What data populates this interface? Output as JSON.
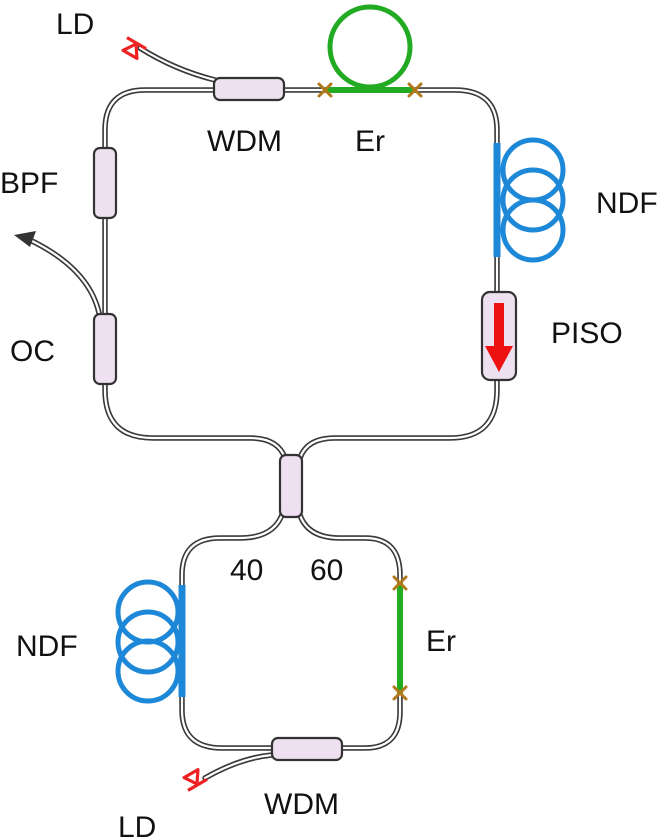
{
  "labels": {
    "ld_top": "LD",
    "wdm_top": "WDM",
    "er_top": "Er",
    "bpf": "BPF",
    "ndf_top": "NDF",
    "oc": "OC",
    "piso": "PISO",
    "split_left": "40",
    "split_right": "60",
    "ndf_bottom": "NDF",
    "er_bottom": "Er",
    "wdm_bottom": "WDM",
    "ld_bottom": "LD"
  },
  "colors": {
    "fiber": "#3a3a3a",
    "component_fill": "#eee0f0",
    "erbium_fiber": "#22aa22",
    "dispersion_fiber": "#1e88d8",
    "splice_mark": "#b07818",
    "laser_diode": "#ee2222",
    "isolator_arrow": "#ee1111",
    "output_arrow": "#333333"
  }
}
